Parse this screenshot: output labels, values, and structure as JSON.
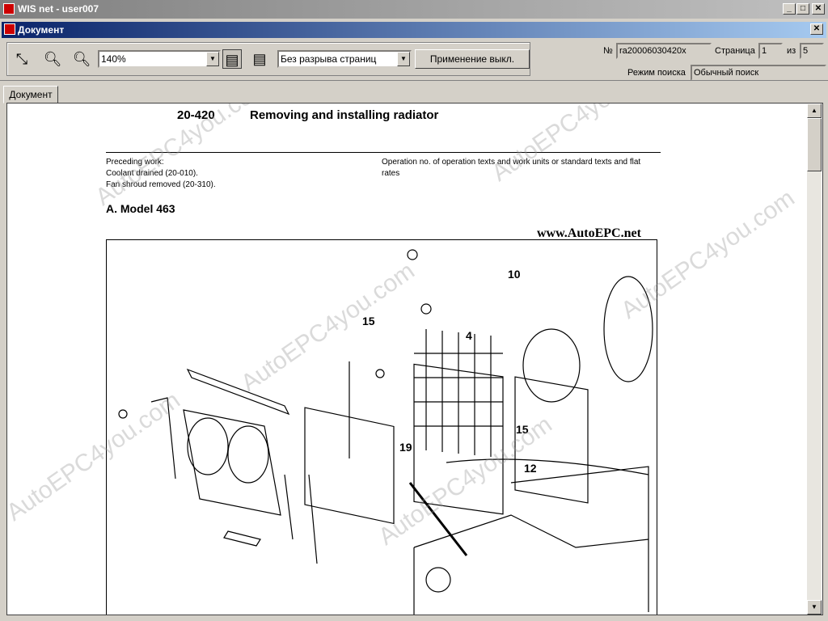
{
  "app": {
    "title": "WIS net - user007",
    "minimize": "_",
    "maximize": "□",
    "close": "✕"
  },
  "doc_window": {
    "title": "Документ",
    "close": "✕"
  },
  "toolbar": {
    "zoom_value": "140%",
    "page_mode": "Без разрыва страниц",
    "apply_button": "Применение выкл."
  },
  "info": {
    "number_label": "№",
    "number_value": "ra20006030420x",
    "page_label": "Страница",
    "page_value": "1",
    "of_label": "из",
    "page_total": "5",
    "search_mode_label": "Режим поиска",
    "search_mode_value": "Обычный поиск"
  },
  "tabs": [
    {
      "label": "Документ"
    }
  ],
  "document": {
    "code": "20-420",
    "title": "Removing and installing radiator",
    "preceding_label": "Preceding work:",
    "preceding_1": "Coolant drained (20-010).",
    "preceding_2": "Fan shroud removed (20-310).",
    "operation_note": "Operation no. of operation texts and work units or standard texts and flat rates",
    "section": "A. Model 463",
    "site": "www.AutoEPC.net",
    "callouts": [
      "10",
      "15",
      "4",
      "15",
      "19",
      "12"
    ]
  },
  "watermark": "AutoEPC4you.com"
}
